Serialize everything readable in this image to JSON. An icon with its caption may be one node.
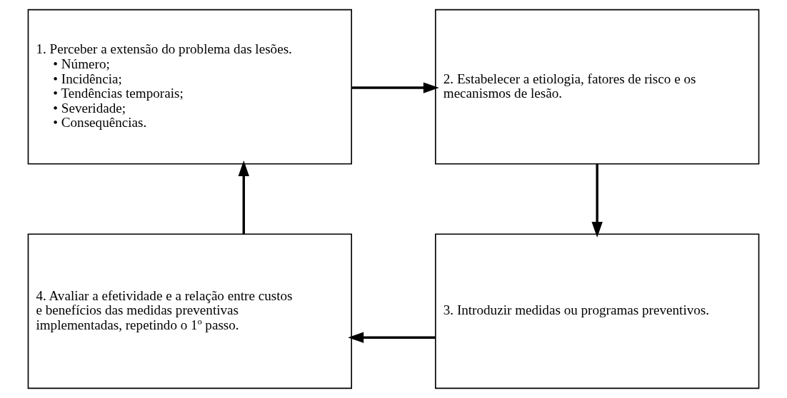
{
  "diagram": {
    "nodes": [
      {
        "text": [
          "1. Perceber a extensão do problema das lesões.",
          "• Número;",
          "• Incidência;",
          "• Tendências temporais;",
          "• Severidade;",
          "• Consequências."
        ]
      },
      {
        "text": [
          "2. Estabelecer a etiologia, fatores de risco e os mecanismos de lesão."
        ]
      },
      {
        "text": [
          "4. Avaliar a efetividade e a relação entre custos e benefícios das medidas preventivas implementadas, repetindo o 1º passo."
        ]
      },
      {
        "text": [
          "3. Introduzir medidas ou programas preventivos."
        ]
      }
    ],
    "edges": [
      {
        "from": 0,
        "to": 1,
        "arrow": "to"
      },
      {
        "from": 1,
        "to": 3,
        "arrow": "to"
      },
      {
        "from": 3,
        "to": 2,
        "arrow": "to"
      },
      {
        "from": 2,
        "to": 0,
        "arrow": "to"
      }
    ]
  }
}
